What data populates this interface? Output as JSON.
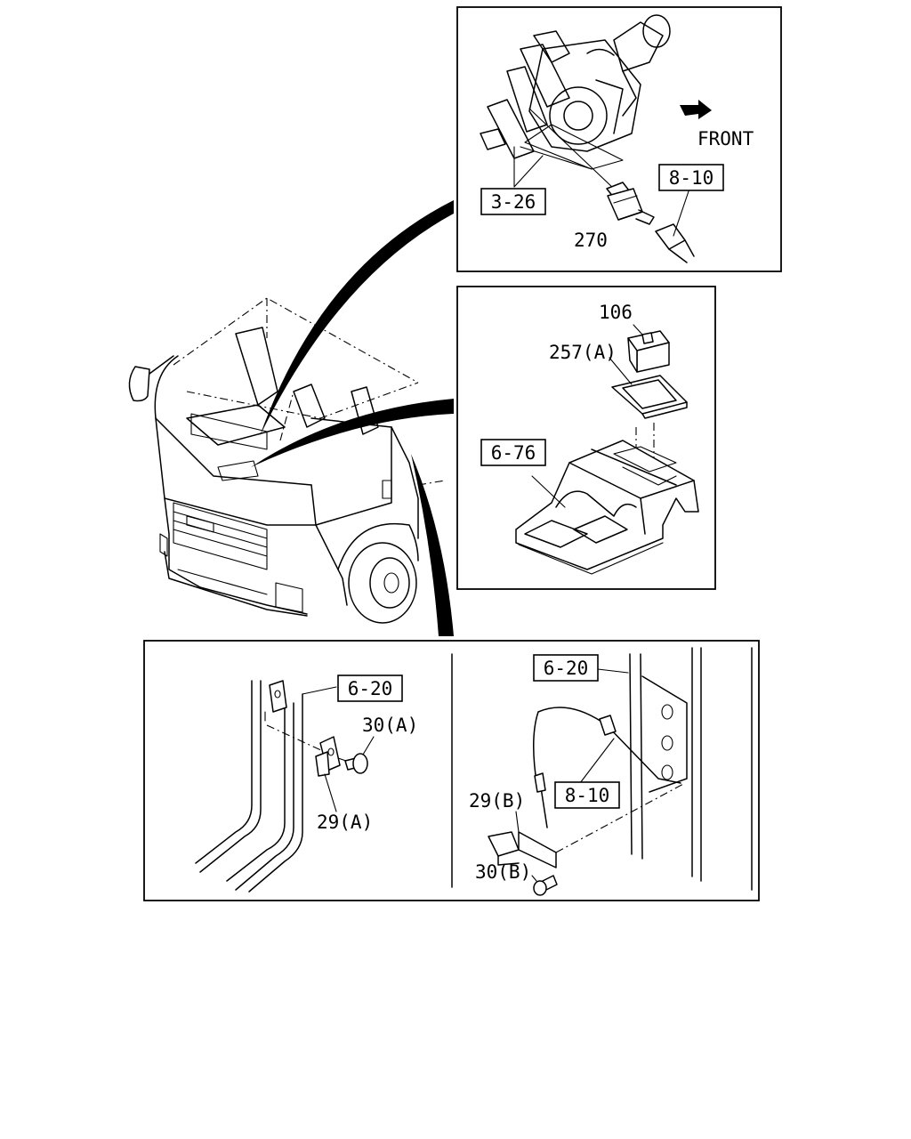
{
  "labels": {
    "ref_3_26": "3-26",
    "ref_8_10_top": "8-10",
    "part_270": "270",
    "front": "FRONT",
    "part_106": "106",
    "part_257a": "257(A)",
    "ref_6_76": "6-76",
    "ref_6_20_left": "6-20",
    "part_30a": "30(A)",
    "part_29a": "29(A)",
    "ref_6_20_right": "6-20",
    "part_29b": "29(B)",
    "ref_8_10_bottom": "8-10",
    "part_30b": "30(B)"
  },
  "icons": {
    "front_direction": "front-arrow-icon"
  }
}
